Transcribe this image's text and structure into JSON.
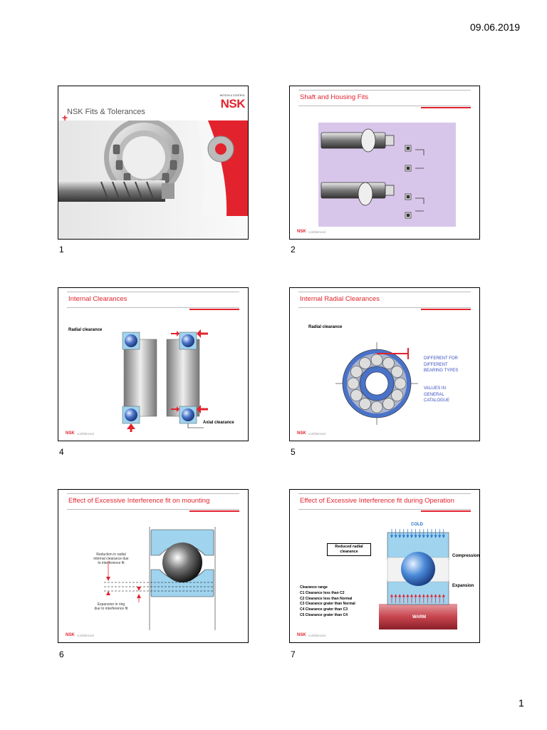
{
  "page": {
    "date": "09.06.2019",
    "page_number": "1"
  },
  "footer": {
    "logo": "NSK",
    "confidential": "confidencial"
  },
  "slides": [
    {
      "number": "1",
      "title": "NSK Fits & Tolerances",
      "logo_caption": "MOTION & CONTROL",
      "logo": "NSK"
    },
    {
      "number": "2",
      "title": "Shaft and Housing Fits"
    },
    {
      "number": "4",
      "title": "Internal Clearances",
      "labels": {
        "radial": "Radial clearance",
        "axial": "Axial clearance"
      }
    },
    {
      "number": "5",
      "title": "Internal Radial Clearances",
      "labels": {
        "radial": "Radial clearance",
        "different": [
          "DIFFERENT FOR",
          "DIFFERENT",
          "BEARING TYPES"
        ],
        "values": [
          "VALUES IN",
          "GENERAL",
          "CATALOGUE"
        ]
      }
    },
    {
      "number": "6",
      "title": "Effect of Excessive Interference fit on  mounting",
      "labels": {
        "reduction": [
          "Reduction in radial",
          "internal clearance due",
          "to interference fit"
        ],
        "expansion": [
          "Expansion in ring",
          "due to interference fit"
        ]
      }
    },
    {
      "number": "7",
      "title": "Effect of Excessive Interference fit during Operation",
      "labels": {
        "cold": "COLD",
        "warm": "WARM",
        "reduced": [
          "Reduced radial",
          "clearance"
        ],
        "compression": "Compression",
        "expansion": "Expansion",
        "clearance_range_title": "Clearance range",
        "clearance_range": [
          "C1  Clearance less than C2",
          "C2  Clearance less than Normal",
          "C3  Clearance grater than Normal",
          "C4  Clearance grater than C3",
          "C5  Clearance grater than C4"
        ]
      }
    }
  ],
  "colors": {
    "accent_red": "#e2232e",
    "bearing_blue": "#4a72c8",
    "light_blue": "#9fd3ee",
    "lilac": "#d8c6ea"
  }
}
